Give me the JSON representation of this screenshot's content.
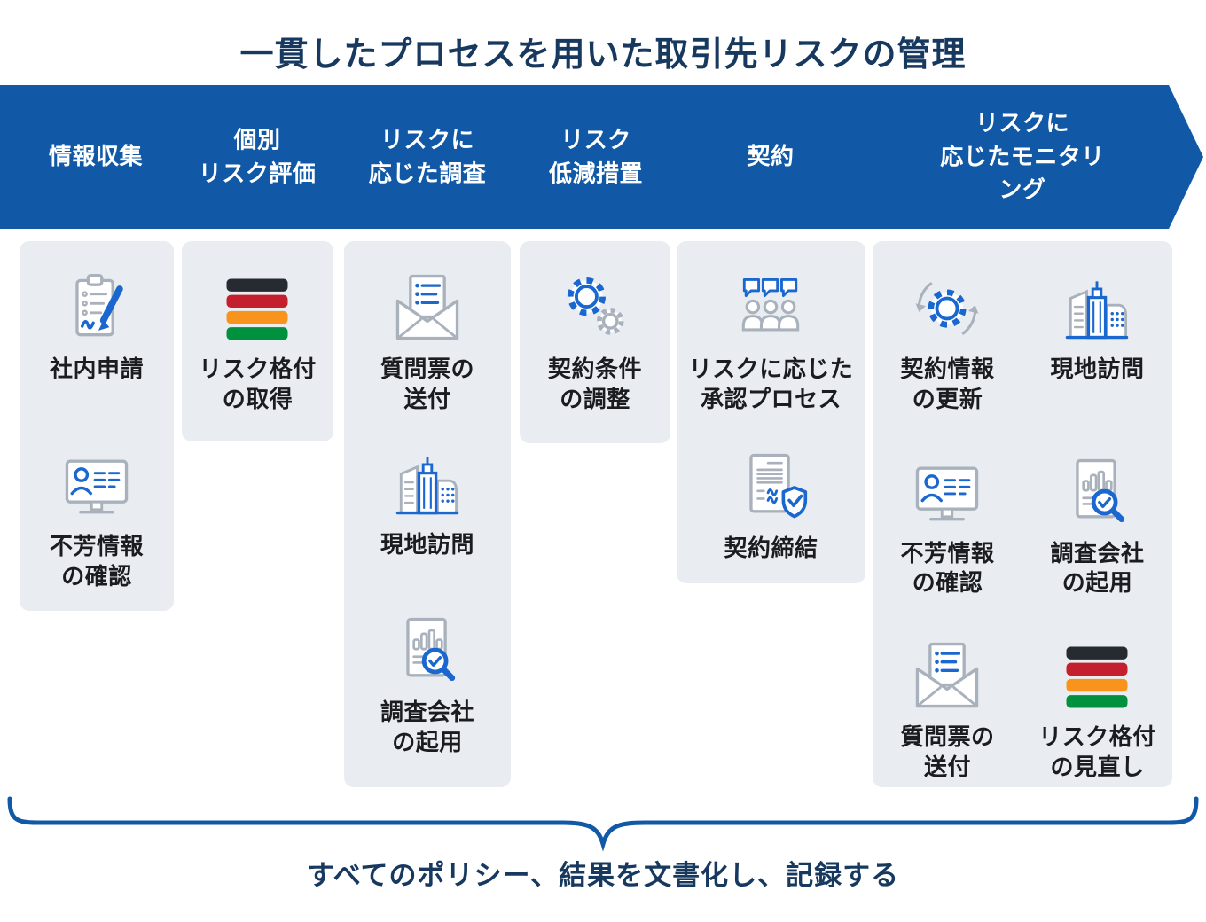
{
  "title": "一貫したプロセスを用いた取引先リスクの管理",
  "process_arrow": {
    "stages": [
      {
        "label": "情報収集"
      },
      {
        "label": "個別\nリスク評価"
      },
      {
        "label": "リスクに\n応じた調査"
      },
      {
        "label": "リスク\n低減措置"
      },
      {
        "label": "契約"
      },
      {
        "label": "リスクに\n応じたモニタリング"
      }
    ]
  },
  "columns": [
    {
      "stage": "情報収集",
      "items": [
        {
          "icon": "clipboard-pen-icon",
          "label": "社内申請"
        },
        {
          "icon": "monitor-person-icon",
          "label": "不芳情報\nの確認"
        }
      ]
    },
    {
      "stage": "個別リスク評価",
      "items": [
        {
          "icon": "risk-rating-bars-icon",
          "label": "リスク格付\nの取得"
        }
      ]
    },
    {
      "stage": "リスクに応じた調査",
      "items": [
        {
          "icon": "questionnaire-envelope-icon",
          "label": "質問票の\n送付"
        },
        {
          "icon": "building-icon",
          "label": "現地訪問"
        },
        {
          "icon": "report-magnifier-icon",
          "label": "調査会社\nの起用"
        }
      ]
    },
    {
      "stage": "リスク低減措置",
      "items": [
        {
          "icon": "gears-icon",
          "label": "契約条件\nの調整"
        }
      ]
    },
    {
      "stage": "契約",
      "items": [
        {
          "icon": "people-approval-icon",
          "label": "リスクに応じた\n承認プロセス"
        },
        {
          "icon": "contract-shield-icon",
          "label": "契約締結"
        }
      ]
    },
    {
      "stage": "リスクに応じたモニタリング",
      "items": [
        {
          "icon": "gear-sync-icon",
          "label": "契約情報\nの更新"
        },
        {
          "icon": "building-icon",
          "label": "現地訪問"
        },
        {
          "icon": "monitor-person-icon",
          "label": "不芳情報\nの確認"
        },
        {
          "icon": "report-magnifier-icon",
          "label": "調査会社\nの起用"
        },
        {
          "icon": "questionnaire-envelope-icon",
          "label": "質問票の\n送付"
        },
        {
          "icon": "risk-rating-bars-icon",
          "label": "リスク格付\nの見直し"
        }
      ]
    }
  ],
  "footer": {
    "text": "すべてのポリシー、結果を文書化し、記録する"
  },
  "colors": {
    "banner_blue": "#1159A6",
    "title_navy": "#17395F",
    "card_background": "#E9EDF2",
    "icon_blue": "#1A67CF",
    "icon_gray": "#A9B2BC",
    "rating_bar_dark": "#262A31",
    "rating_bar_red": "#C41F2D",
    "rating_bar_orange": "#F8941C",
    "rating_bar_green": "#00913F",
    "label_color": "#1A1C1F"
  }
}
